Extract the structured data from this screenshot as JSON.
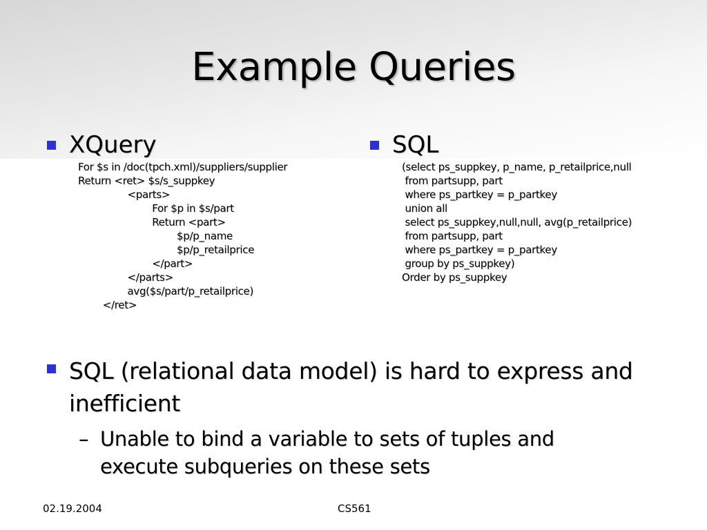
{
  "title": "Example Queries",
  "xquery": {
    "heading": "XQuery",
    "lines": [
      "For $s in /doc(tpch.xml)/suppliers/supplier",
      "Return <ret> $s/s_suppkey",
      "                <parts>",
      "                        For $p in $s/part",
      "                        Return <part>",
      "                                $p/p_name",
      "                                $p/p_retailprice",
      "                        </part>",
      "                </parts>",
      "                avg($s/part/p_retailprice)",
      "        </ret>"
    ]
  },
  "sql": {
    "heading": "SQL",
    "lines": [
      "(select ps_suppkey, p_name, p_retailprice,null",
      " from partsupp, part",
      " where ps_partkey = p_partkey",
      " union all",
      " select ps_suppkey,null,null, avg(p_retailprice)",
      " from partsupp, part",
      " where ps_partkey = p_partkey",
      " group by ps_suppkey)",
      "Order by ps_suppkey"
    ]
  },
  "point": "SQL (relational data model) is hard to express and inefficient",
  "subpoint_marker": "–",
  "subpoint": "Unable to bind a variable to sets of tuples and execute subqueries on these sets",
  "footer": {
    "date": "02.19.2004",
    "course": "CS561"
  },
  "colors": {
    "bullet": "#2f2fd6"
  }
}
